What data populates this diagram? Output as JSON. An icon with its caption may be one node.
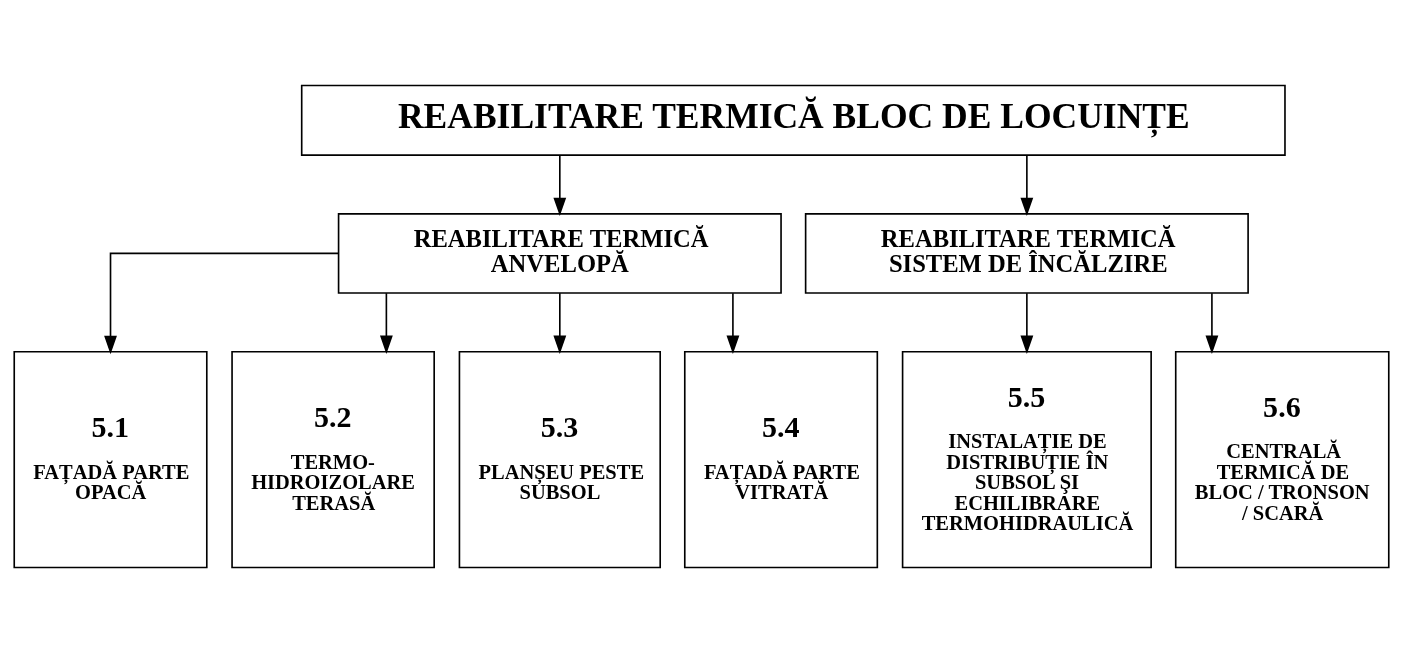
{
  "diagram": {
    "nodes": [
      {
        "text": [
          "REABILITARE TERMICĂ BLOC DE LOCUINȚE"
        ]
      },
      {
        "text": [
          "REABILITARE TERMICĂ ANVELOPĂ"
        ]
      },
      {
        "text": [
          "REABILITARE TERMICĂ SISTEM DE ÎNCĂLZIRE"
        ]
      },
      {
        "text": [
          "5.1",
          "FAȚADĂ PARTE OPACĂ"
        ]
      },
      {
        "text": [
          "5.2",
          "TERMO- HIDROIZOLARE TERASĂ"
        ]
      },
      {
        "text": [
          "5.3",
          "PLANȘEU PESTE SUBSOL"
        ]
      },
      {
        "text": [
          "5.4",
          "FAȚADĂ PARTE VITRATĂ"
        ]
      },
      {
        "text": [
          "5.5",
          "INSTALAȚIE DE DISTRIBUȚIE ÎN SUBSOL ŞI ECHILIBRARE TERMOHIDRAULICĂ"
        ]
      },
      {
        "text": [
          "5.6",
          "CENTRALĂ TERMICĂ DE BLOC / TRONSON / SCARĂ"
        ]
      }
    ],
    "edges": [
      {
        "from": 0,
        "to": 1,
        "arrow": "to"
      },
      {
        "from": 0,
        "to": 2,
        "arrow": "to"
      },
      {
        "from": 1,
        "to": 3,
        "arrow": "to"
      },
      {
        "from": 1,
        "to": 4,
        "arrow": "to"
      },
      {
        "from": 1,
        "to": 5,
        "arrow": "to"
      },
      {
        "from": 1,
        "to": 6,
        "arrow": "to"
      },
      {
        "from": 2,
        "to": 7,
        "arrow": "to"
      },
      {
        "from": 2,
        "to": 8,
        "arrow": "to"
      }
    ]
  }
}
